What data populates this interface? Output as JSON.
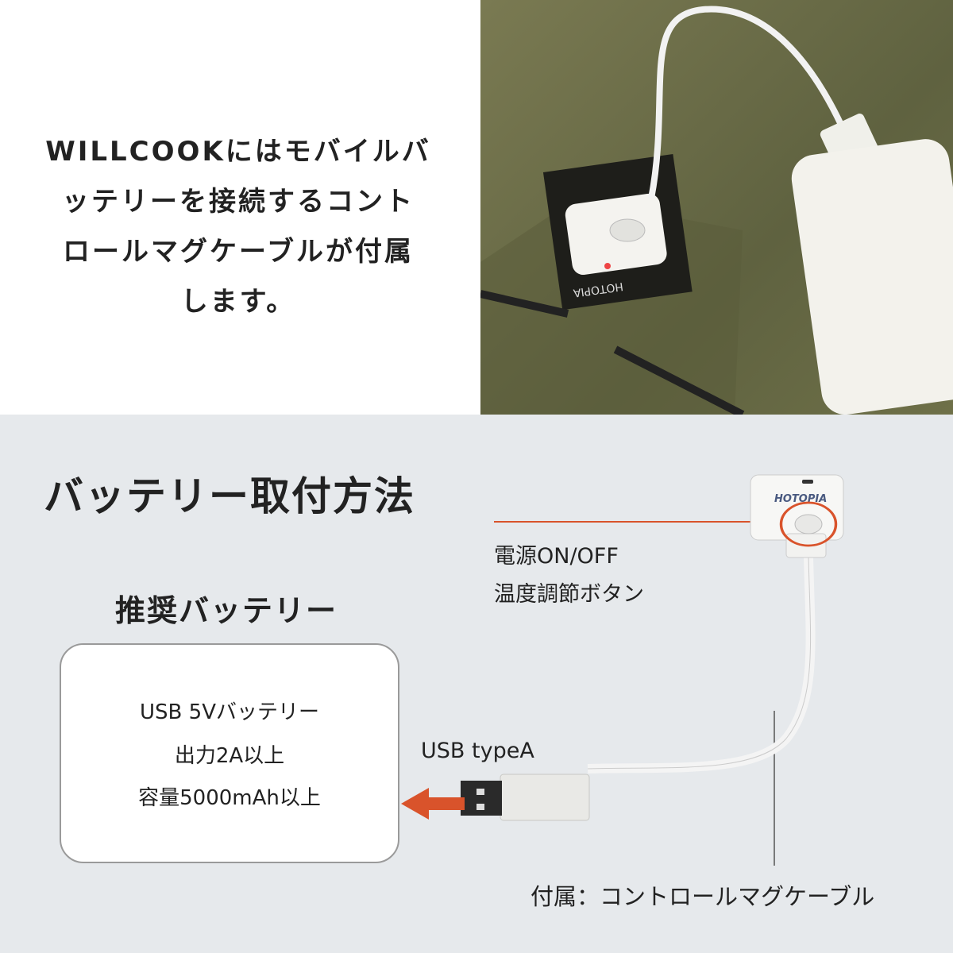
{
  "intro": {
    "lines": [
      "WILLCOOKにはモバイルバ",
      "ッテリーを接続するコント",
      "ロールマグケーブルが付属",
      "します。"
    ]
  },
  "photo": {
    "logo_text": "HOTOPIA"
  },
  "section": {
    "title": "バッテリー取付方法",
    "recommended_title": "推奨バッテリー",
    "specs": [
      "USB 5Vバッテリー",
      "出力2A以上",
      "容量5000mAh以上"
    ],
    "button_label_1": "電源ON/OFF",
    "button_label_2": "温度調節ボタン",
    "connector_label": "USB typeA",
    "cable_label": "付属：コントロールマグケーブル",
    "device_logo": "HOTOPIA"
  },
  "colors": {
    "accent": "#d9532b",
    "bottom_bg": "#e6e9ec",
    "olive": "#6b6c46"
  }
}
